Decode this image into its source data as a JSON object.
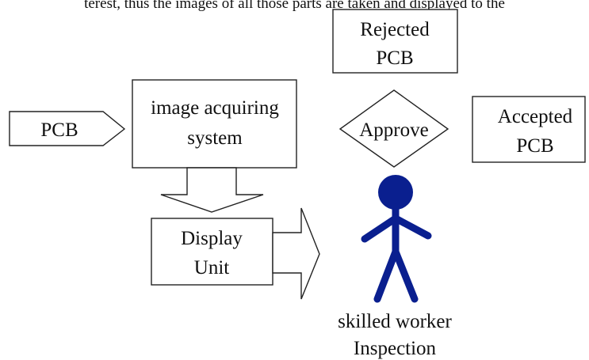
{
  "caption_fragment": "terest, thus the images of all those parts are taken and displayed to the",
  "nodes": {
    "pcb_input": "PCB",
    "image_system": [
      "image acquiring",
      "system"
    ],
    "display_unit": [
      "Display",
      "Unit"
    ],
    "rejected": [
      "Rejected",
      "PCB"
    ],
    "approve": "Approve",
    "accepted": [
      "Accepted",
      "PCB"
    ],
    "worker": [
      "skilled worker",
      "Inspection"
    ]
  },
  "colors": {
    "worker_figure": "#0a1f8f",
    "outline": "#222222"
  }
}
